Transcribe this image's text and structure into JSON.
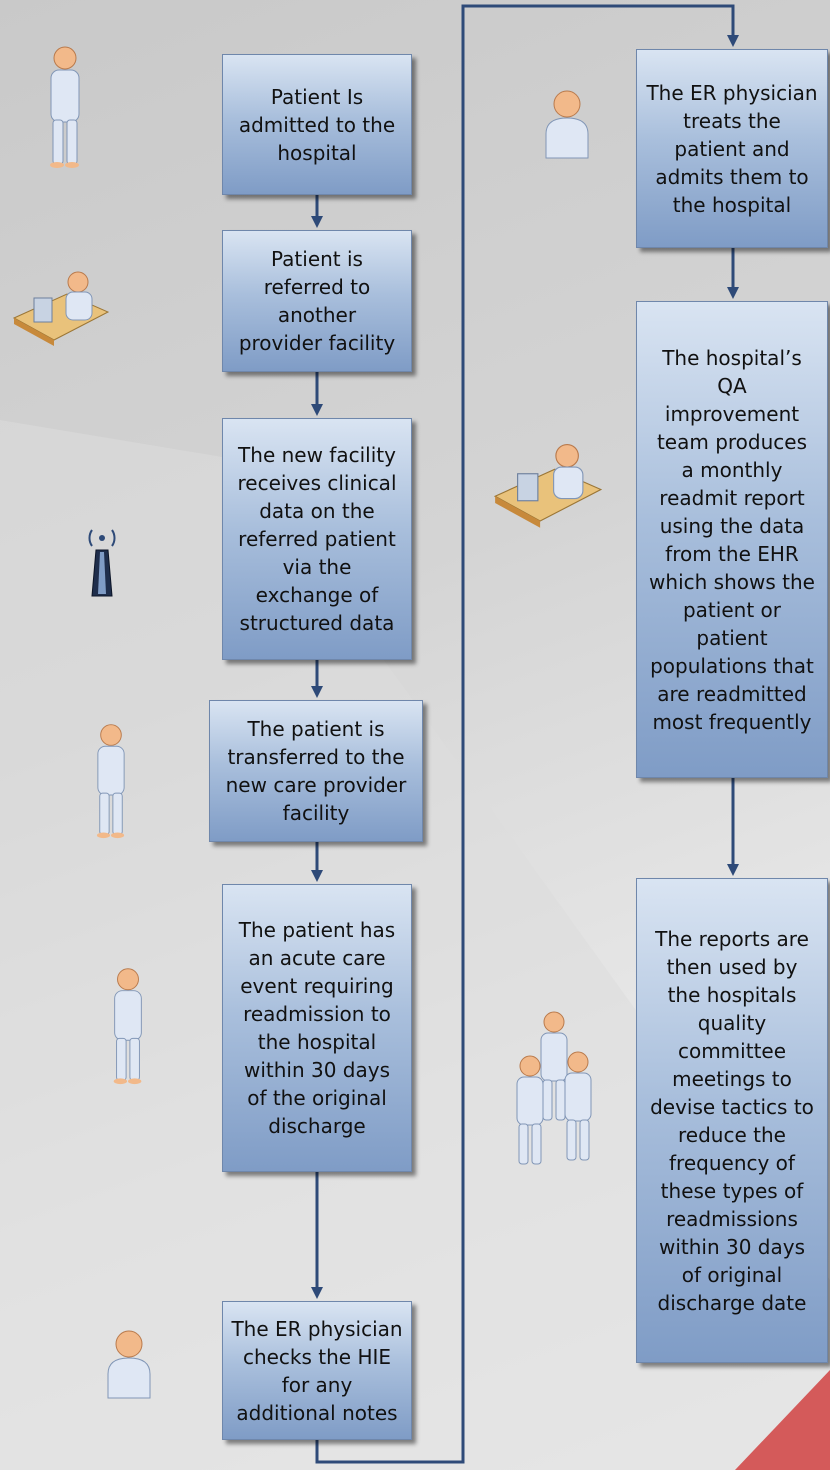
{
  "colors": {
    "box_top": "#d9e4f2",
    "box_bottom": "#7f9cc6",
    "box_border": "#6f87ab",
    "connector": "#2e4a78",
    "accent_red": "#d45a5a"
  },
  "steps_left": [
    {
      "id": "admitted",
      "text": "Patient Is\nadmitted to the\nhospital",
      "icon": "standing-person-icon"
    },
    {
      "id": "referred",
      "text": "Patient is\nreferred to\nanother\nprovider facility",
      "icon": "person-at-computer-desk-icon"
    },
    {
      "id": "receives-data",
      "text": "The new facility\nreceives clinical\ndata on the\nreferred patient\nvia the\nexchange of\nstructured data",
      "icon": "wireless-router-icon"
    },
    {
      "id": "transferred",
      "text": "The patient is\ntransferred to the\nnew care provider\nfacility",
      "icon": "standing-person-icon"
    },
    {
      "id": "acute-event",
      "text": "The patient has\nan acute care\nevent requiring\nreadmission to\nthe hospital\nwithin 30 days\nof the original\ndischarge",
      "icon": "standing-person-icon"
    },
    {
      "id": "er-checks",
      "text": "The ER physician\nchecks the HIE\nfor any\nadditional notes",
      "icon": "person-bust-icon"
    }
  ],
  "steps_right": [
    {
      "id": "er-treats",
      "text": "The ER physician\ntreats the\npatient and\nadmits them to\nthe hospital",
      "icon": "person-bust-icon"
    },
    {
      "id": "qa-report",
      "text": "The hospital’s\nQA\nimprovement\nteam produces\na monthly\nreadmit report\nusing the data\nfrom the EHR\nwhich shows the\npatient or\npatient\npopulations that\nare readmitted\nmost frequently",
      "icon": "person-at-computer-desk-icon"
    },
    {
      "id": "committee",
      "text": "The reports are\nthen used by\nthe hospitals\nquality\ncommittee\nmeetings to\ndevise tactics to\nreduce the\nfrequency of\nthese types of\nreadmissions\nwithin 30 days\nof original\ndischarge date",
      "icon": "group-of-people-icon"
    }
  ]
}
